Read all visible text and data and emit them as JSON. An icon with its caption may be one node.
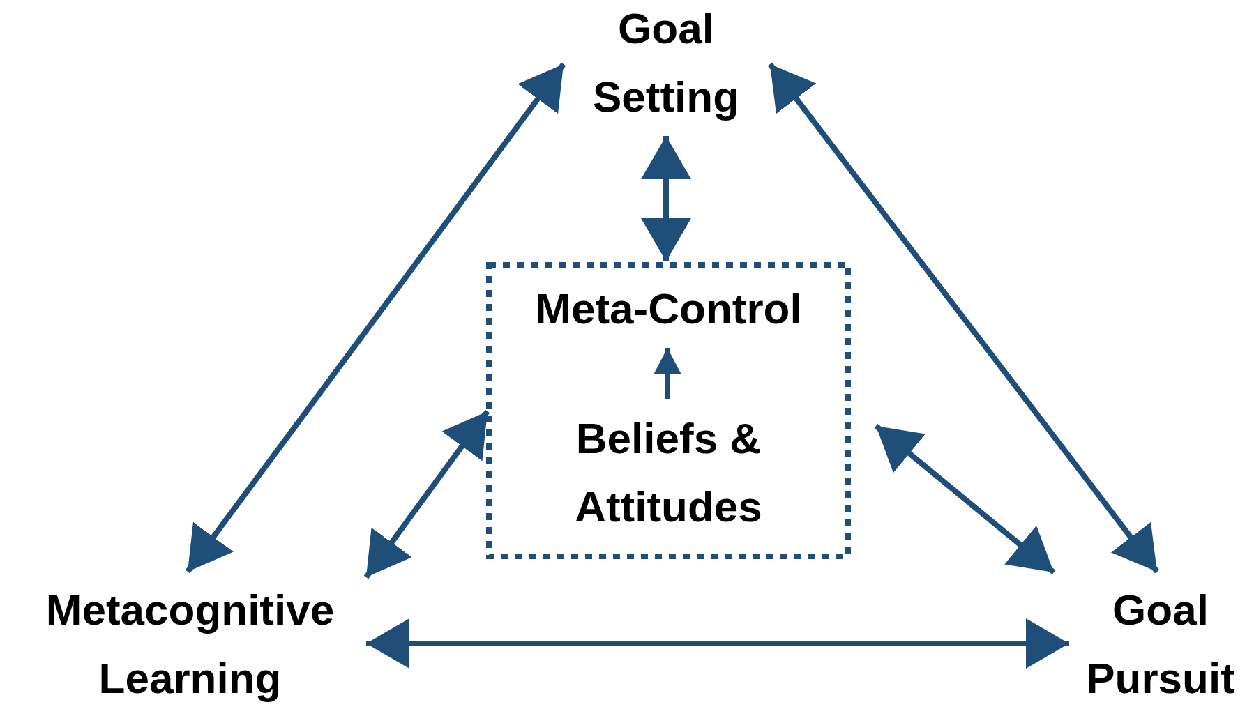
{
  "diagram": {
    "nodes": [
      {
        "text": [
          "Goal Setting"
        ]
      },
      {
        "text": [],
        "shape": "box"
      },
      {
        "text": [
          "Meta-Control"
        ],
        "in": 1
      },
      {
        "text": [
          "Beliefs & Attitudes"
        ],
        "in": 1
      },
      {
        "text": [
          "Metacognitive Learning"
        ]
      },
      {
        "text": [
          "Goal Pursuit"
        ]
      }
    ],
    "edges": [
      {
        "from": 0,
        "to": 4,
        "arrow": "both"
      },
      {
        "from": 0,
        "to": 5,
        "arrow": "both"
      },
      {
        "from": 0,
        "to": 1,
        "arrow": "both"
      },
      {
        "from": 4,
        "to": 1,
        "arrow": "both"
      },
      {
        "from": 1,
        "to": 5,
        "arrow": "both"
      },
      {
        "from": 4,
        "to": 5,
        "arrow": "both"
      },
      {
        "from": 3,
        "to": 2,
        "arrow": "to"
      }
    ]
  }
}
